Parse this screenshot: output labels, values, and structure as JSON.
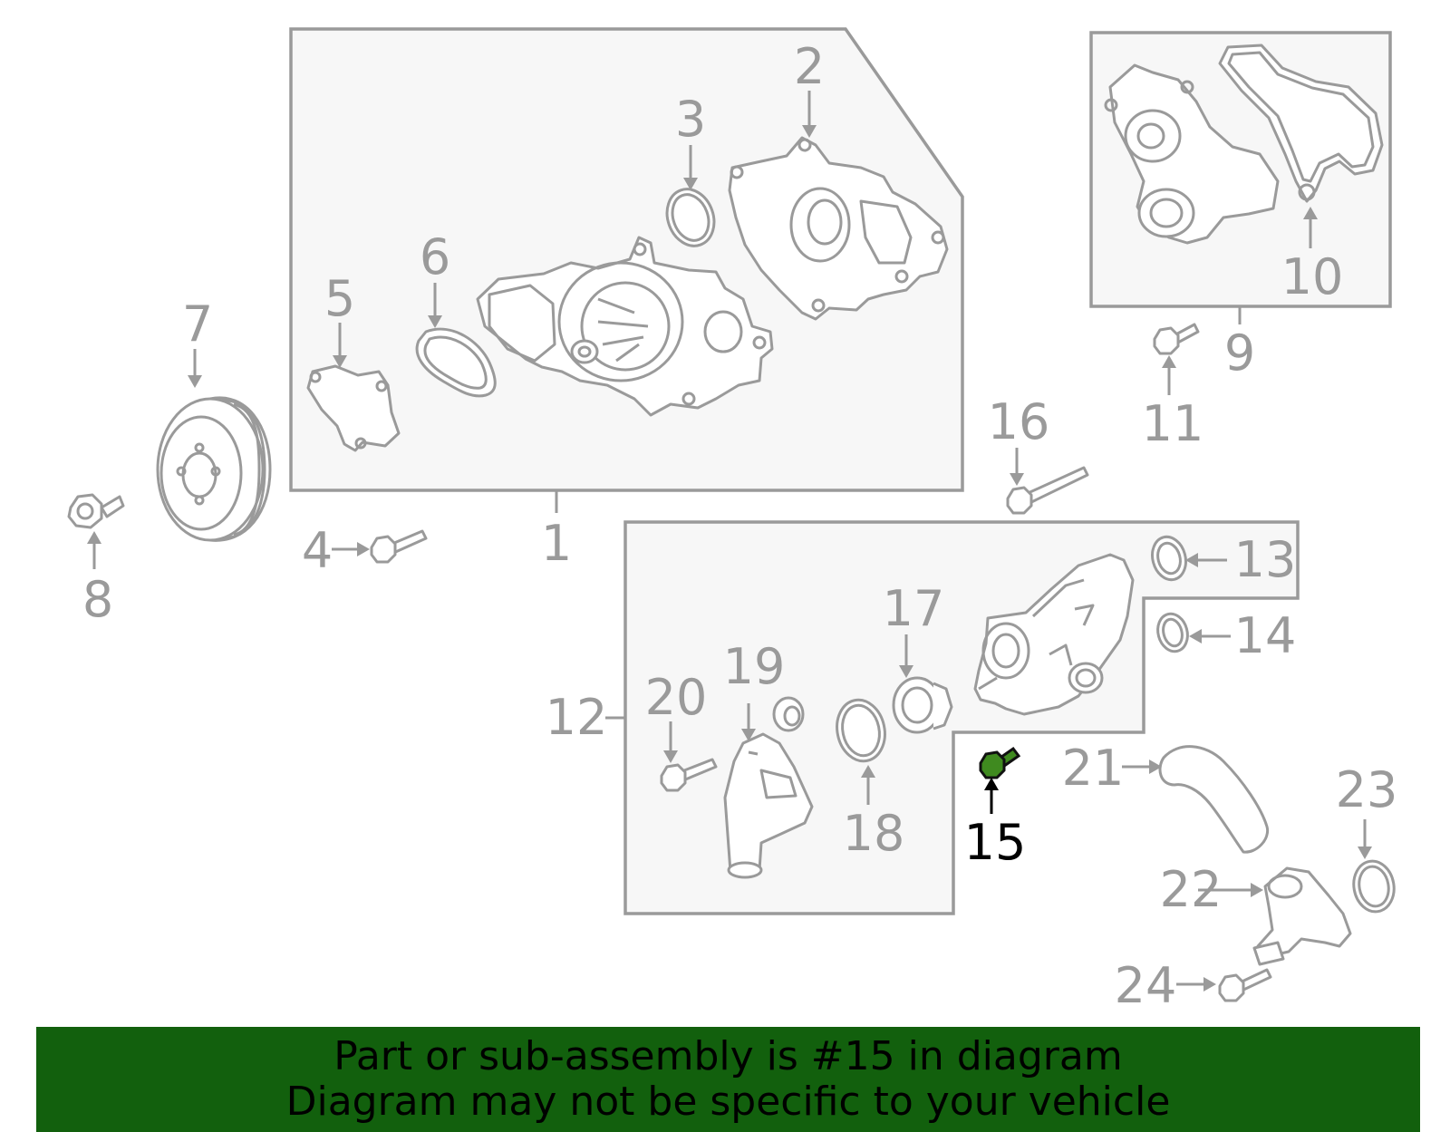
{
  "callouts": {
    "c1": "1",
    "c2": "2",
    "c3": "3",
    "c4": "4",
    "c5": "5",
    "c6": "6",
    "c7": "7",
    "c8": "8",
    "c9": "9",
    "c10": "10",
    "c11": "11",
    "c12": "12",
    "c13": "13",
    "c14": "14",
    "c15": "15",
    "c16": "16",
    "c17": "17",
    "c18": "18",
    "c19": "19",
    "c20": "20",
    "c21": "21",
    "c22": "22",
    "c23": "23",
    "c24": "24"
  },
  "highlighted_part": "15",
  "colors": {
    "banner": "#12600d",
    "line_art": "#9a9a9a",
    "highlight_bolt": "#3f8a1f"
  },
  "banner": {
    "line1": "Part or sub-assembly is #15 in diagram",
    "line2": "Diagram may not be specific to your vehicle"
  }
}
